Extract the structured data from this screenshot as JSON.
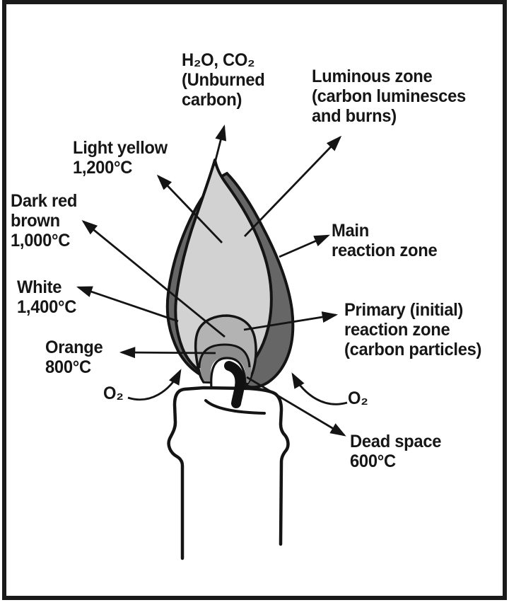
{
  "figure": {
    "type": "candle-flame-zones-diagram",
    "labels": {
      "h2o_co2": [
        "H₂O, CO₂",
        "(Unburned",
        "carbon)"
      ],
      "luminous_zone": [
        "Luminous zone",
        "(carbon luminesces",
        "and burns)"
      ],
      "light_yellow": [
        "Light yellow",
        "1,200°C"
      ],
      "dark_red_brown": [
        "Dark red",
        "brown",
        "1,000°C"
      ],
      "white": [
        "White",
        "1,400°C"
      ],
      "orange": [
        "Orange",
        "800°C"
      ],
      "o2_left": "O₂",
      "main_reaction_zone": [
        "Main",
        "reaction zone"
      ],
      "primary_reaction_zone": [
        "Primary (initial)",
        "reaction zone",
        "(carbon particles)"
      ],
      "o2_right": "O₂",
      "dead_space": [
        "Dead space",
        "600°C"
      ]
    },
    "temperatures": {
      "light_yellow_c": "1,200°C",
      "dark_red_brown_c": "1,000°C",
      "white_c": "1,400°C",
      "orange_c": "800°C",
      "dead_space_c": "600°C"
    },
    "colors": {
      "background": "#ffffff",
      "frame": "#1a1a1a",
      "outline": "#141414",
      "outer_zone": "#666666",
      "inner_flame": "#d2d2d2",
      "dome": "#b3b3b3",
      "sub_dome": "#8d8d8d",
      "dead_space": "#ffffff",
      "wick": "#111111",
      "text": "#161616"
    }
  }
}
